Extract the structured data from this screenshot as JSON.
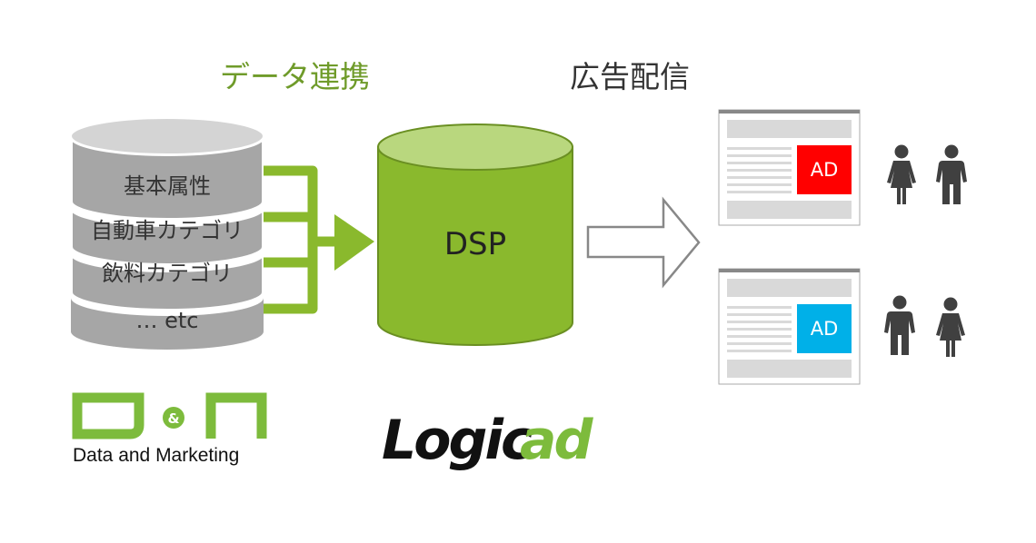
{
  "headings": {
    "data_link": "データ連携",
    "ad_delivery": "広告配信"
  },
  "source_db": {
    "layers": [
      "基本属性",
      "自動車カテゴリ",
      "飲料カテゴリ",
      "… etc"
    ]
  },
  "dsp": {
    "label": "DSP"
  },
  "ads": [
    {
      "label": "AD",
      "color": "#ff0000",
      "audience": [
        "woman-icon",
        "man-icon"
      ]
    },
    {
      "label": "AD",
      "color": "#00b0e8",
      "audience": [
        "man-icon",
        "woman-icon"
      ]
    }
  ],
  "logos": {
    "dm": {
      "mark_left": "D",
      "mark_middle": "&",
      "mark_right": "M",
      "tagline": "Data and Marketing"
    },
    "logicad": {
      "part1": "Logic",
      "part2": "ad"
    }
  },
  "colors": {
    "brand_green": "#8ab92d",
    "heading_green": "#6f9b2a",
    "db_gray": "#a6a6a6",
    "ad_red": "#ff0000",
    "ad_blue": "#00b0e8",
    "person": "#404040"
  }
}
